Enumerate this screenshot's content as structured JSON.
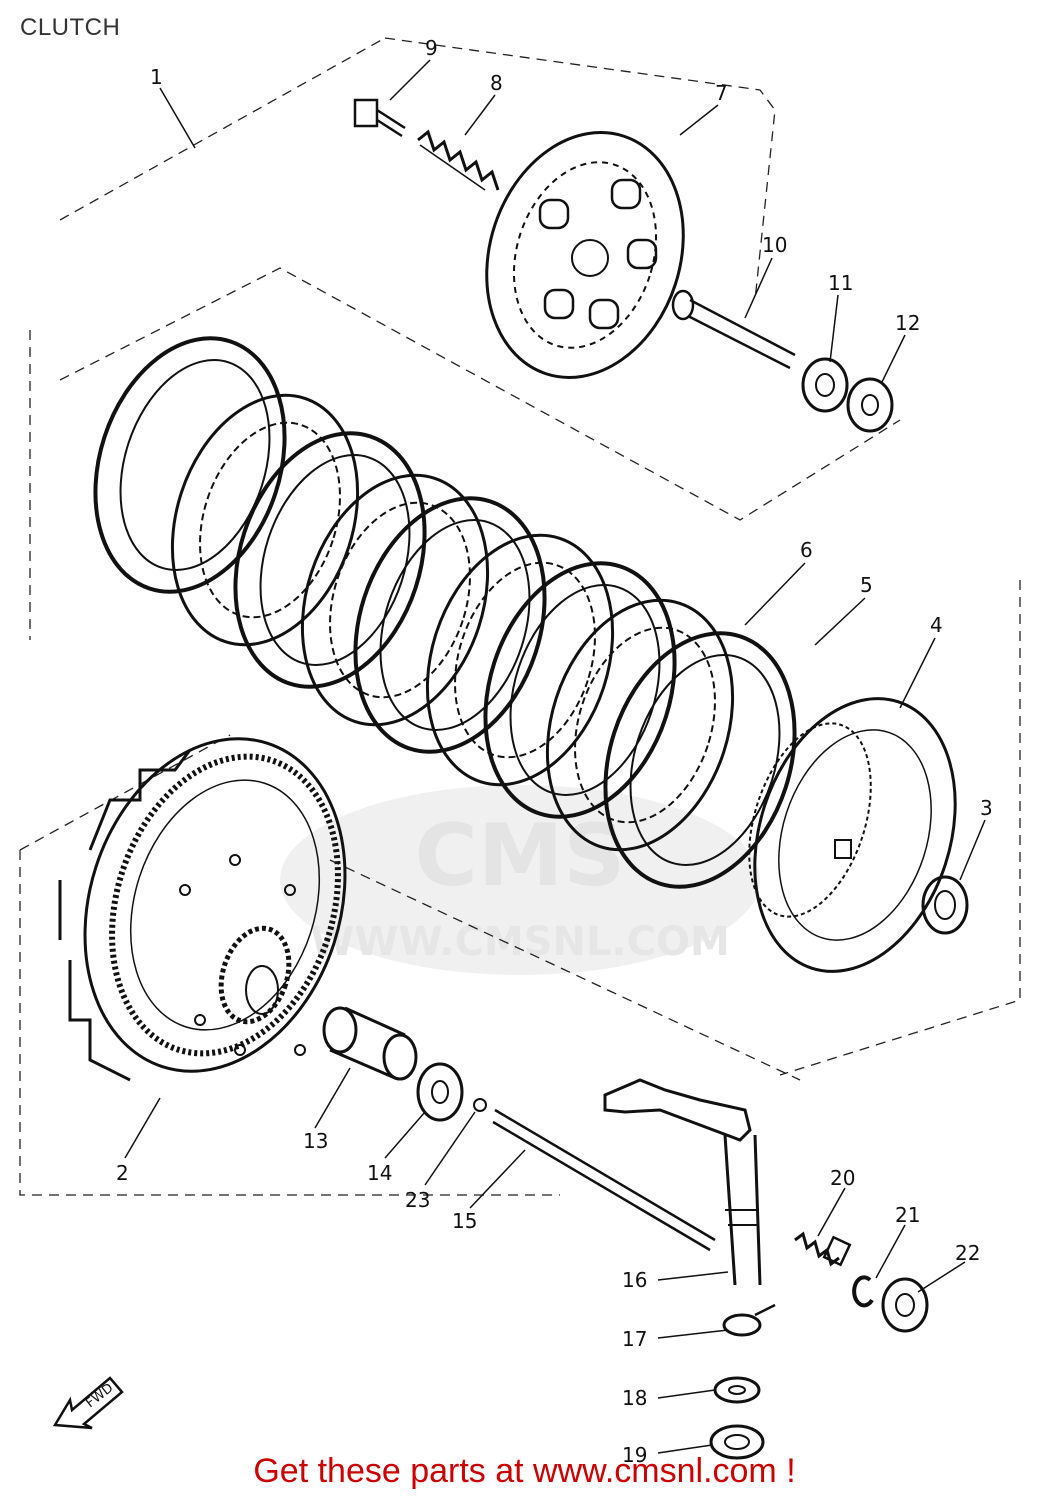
{
  "title": "CLUTCH",
  "watermark": "WWW.CMSNL.COM",
  "watermark_logo": "CMS",
  "fwd_label": "FWD",
  "cta": "Get these parts at www.cmsnl.com !",
  "colors": {
    "cta": "#cc0000",
    "ink": "#111111",
    "watermark": "#d8d8d8"
  },
  "parts": [
    {
      "id": "1",
      "label": "1"
    },
    {
      "id": "2",
      "label": "2"
    },
    {
      "id": "3",
      "label": "3"
    },
    {
      "id": "4",
      "label": "4"
    },
    {
      "id": "5",
      "label": "5"
    },
    {
      "id": "6",
      "label": "6"
    },
    {
      "id": "7",
      "label": "7"
    },
    {
      "id": "8",
      "label": "8"
    },
    {
      "id": "9",
      "label": "9"
    },
    {
      "id": "10",
      "label": "10"
    },
    {
      "id": "11",
      "label": "11"
    },
    {
      "id": "12",
      "label": "12"
    },
    {
      "id": "13",
      "label": "13"
    },
    {
      "id": "14",
      "label": "14"
    },
    {
      "id": "15",
      "label": "15"
    },
    {
      "id": "16",
      "label": "16"
    },
    {
      "id": "17",
      "label": "17"
    },
    {
      "id": "18",
      "label": "18"
    },
    {
      "id": "19",
      "label": "19"
    },
    {
      "id": "20",
      "label": "20"
    },
    {
      "id": "21",
      "label": "21"
    },
    {
      "id": "22",
      "label": "22"
    },
    {
      "id": "23",
      "label": "23"
    }
  ]
}
